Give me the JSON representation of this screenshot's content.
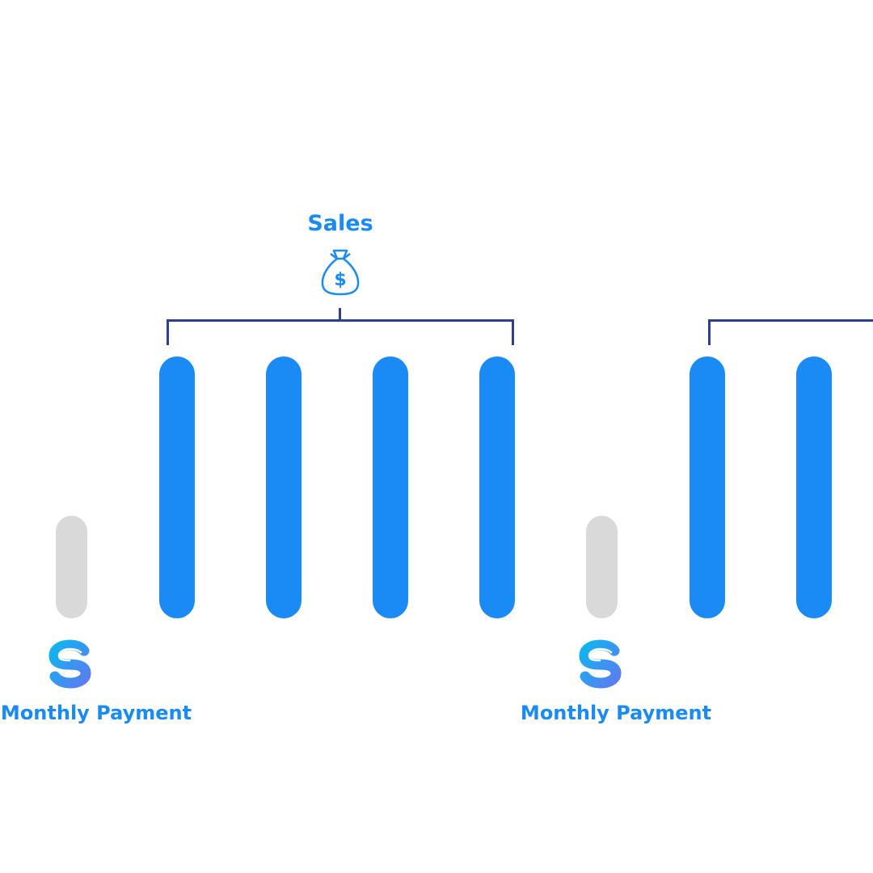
{
  "sales_group": {
    "title": "Sales",
    "icon": "money-bag-icon"
  },
  "groups": [
    {
      "label": "Monthly Payment",
      "icon": "dollar-sign-icon"
    },
    {
      "label": "Monthly Payment",
      "icon": "dollar-sign-icon"
    }
  ],
  "colors": {
    "accent": "#1a8af4",
    "muted": "#d9d9d9",
    "bracket": "#2e3f8f"
  }
}
